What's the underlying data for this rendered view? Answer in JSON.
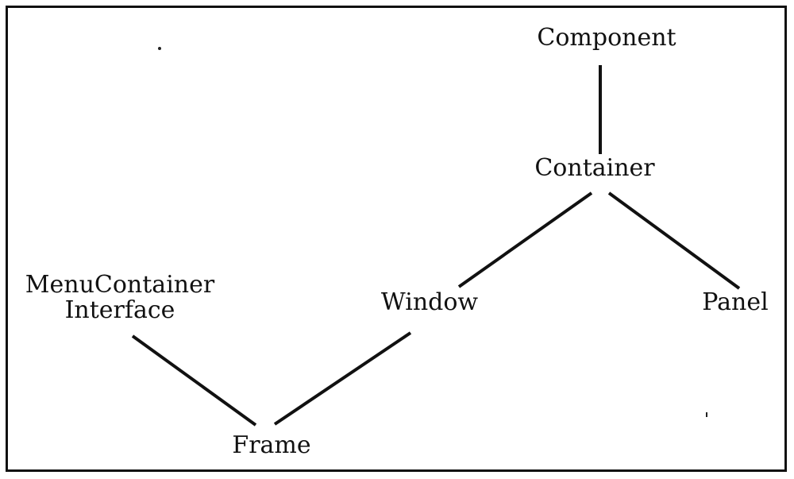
{
  "diagram": {
    "nodes": {
      "component": {
        "label": "Component"
      },
      "container": {
        "label": "Container"
      },
      "window": {
        "label": "Window"
      },
      "panel": {
        "label": "Panel"
      },
      "menu_container_interface": {
        "lines": [
          "MenuContainer",
          "Interface"
        ]
      },
      "frame": {
        "label": "Frame"
      }
    },
    "edges": [
      {
        "from": "component",
        "to": "container"
      },
      {
        "from": "container",
        "to": "window"
      },
      {
        "from": "container",
        "to": "panel"
      },
      {
        "from": "window",
        "to": "frame"
      },
      {
        "from": "menu_container_interface",
        "to": "frame"
      }
    ]
  }
}
